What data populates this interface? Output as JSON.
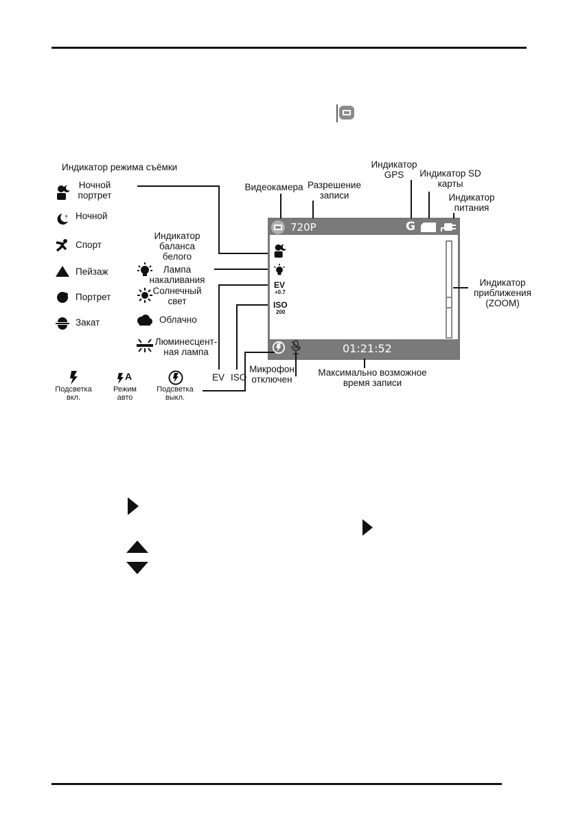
{
  "scene_modes": {
    "title": "Индикатор режима съёмки",
    "items": [
      "Ночной портрет",
      "Ночной",
      "Спорт",
      "Пейзаж",
      "Портрет",
      "Закат"
    ]
  },
  "white_balance": {
    "title": "Индикатор баланса белого",
    "items": [
      "Лампа накаливания",
      "Солнечный свет",
      "Облачно",
      "Люминесцент-ная лампа"
    ]
  },
  "flash": {
    "items": [
      "Подсветка вкл.",
      "Режим авто",
      "Подсветка выкл."
    ]
  },
  "callouts": {
    "videocamera": "Видеокамера",
    "resolution": "Разрешение записи",
    "gps": "Индикатор GPS",
    "sd": "Индикатор SD карты",
    "power": "Индикатор питания",
    "zoom": "Индикатор приближения (ZOOM)",
    "ev": "EV",
    "iso": "ISO",
    "mic": "Микрофон отключен",
    "max_time": "Максимально возможное время записи"
  },
  "screen": {
    "resolution": "720P",
    "gps_letter": "G",
    "ev_label": "EV",
    "ev_value": "+0.7",
    "iso_label": "ISO",
    "iso_value": "200",
    "time": "01:21:52"
  },
  "colors": {
    "screen_bar": "#7a7a7a",
    "screen_border": "#777777"
  },
  "icons": [
    "video-camera-icon",
    "play-arrow-icon",
    "arrow-up-icon",
    "arrow-down-icon"
  ]
}
